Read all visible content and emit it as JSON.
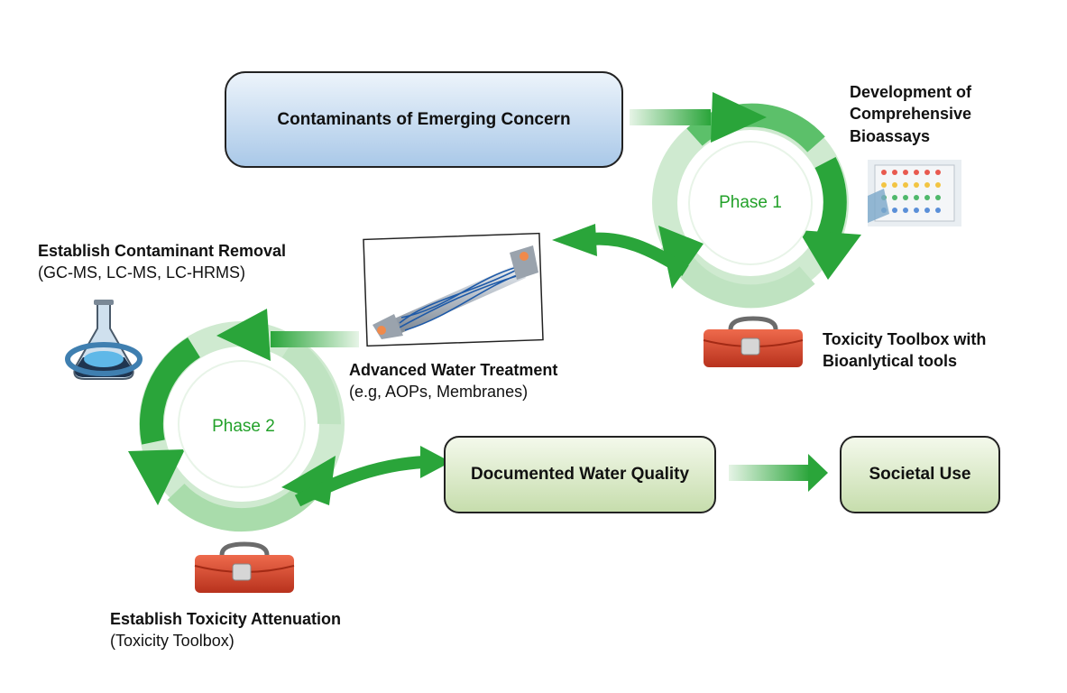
{
  "boxes": {
    "contaminants": "Contaminants of Emerging Concern",
    "documented": "Documented Water Quality",
    "societal": "Societal Use"
  },
  "phases": {
    "phase1": "Phase 1",
    "phase2": "Phase 2"
  },
  "labels": {
    "bioassays": [
      "Development of",
      "Comprehensive",
      "Bioassays"
    ],
    "removal_title": "Establish Contaminant Removal",
    "removal_sub": "(GC-MS, LC-MS, LC-HRMS)",
    "treatment_title": "Advanced Water Treatment",
    "treatment_sub": "(e.g, AOPs, Membranes)",
    "toolbox_phase1": [
      "Toxicity Toolbox with",
      "Bioanlytical tools"
    ],
    "attenuation_title": "Establish Toxicity Attenuation",
    "attenuation_sub": "(Toxicity Toolbox)"
  },
  "colors": {
    "blue_box_top": "#e6f0fa",
    "blue_box_bottom": "#a9c8e8",
    "green_box_top": "#f3f8ea",
    "green_box_bottom": "#c9dfb0",
    "arrow_green": "#2aa53a",
    "arrow_light": "#d4edd6",
    "phase_text": "#23a12a",
    "toolbox_red": "#d8412a"
  },
  "icons": [
    "bioassay-plate-icon",
    "flask-icon",
    "reactor-tube-icon",
    "toolbox-icon"
  ]
}
